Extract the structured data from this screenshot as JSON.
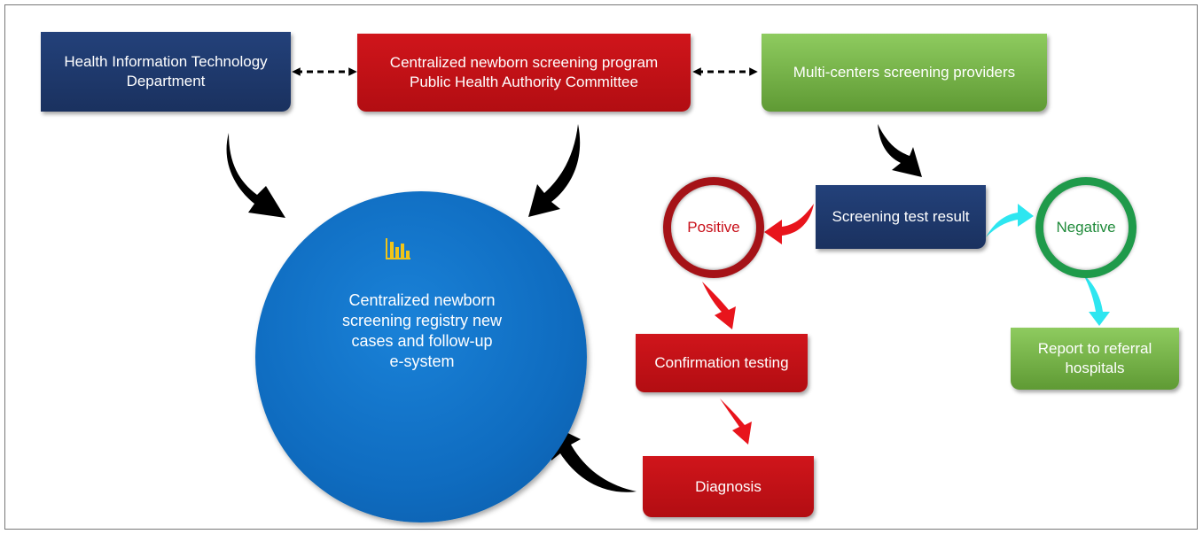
{
  "diagram": {
    "health_it": "Health Information Technology Department",
    "central_program": {
      "line1": "Centralized newborn screening program",
      "line2": "Public Health Authority Committee"
    },
    "providers": "Multi-centers screening providers",
    "screening_result": "Screening test result",
    "positive": "Positive",
    "negative": "Negative",
    "report": {
      "line1": "Report to referral",
      "line2": "hospitals"
    },
    "confirmation": "Confirmation testing",
    "diagnosis": "Diagnosis",
    "registry": {
      "line1": "Centralized newborn",
      "line2": "screening registry new",
      "line3": "cases and follow-up",
      "line4": "e-system"
    }
  },
  "colors": {
    "navy": "#1f3a6e",
    "red": "#c01016",
    "green": "#6fab44",
    "blue_circle": "#0f6cc0",
    "cyan_arrow": "#2ee6f0",
    "red_arrow": "#e8141c",
    "black_arrow": "#000000"
  },
  "icons": {
    "registry_icon": "bar-chart-icon"
  }
}
